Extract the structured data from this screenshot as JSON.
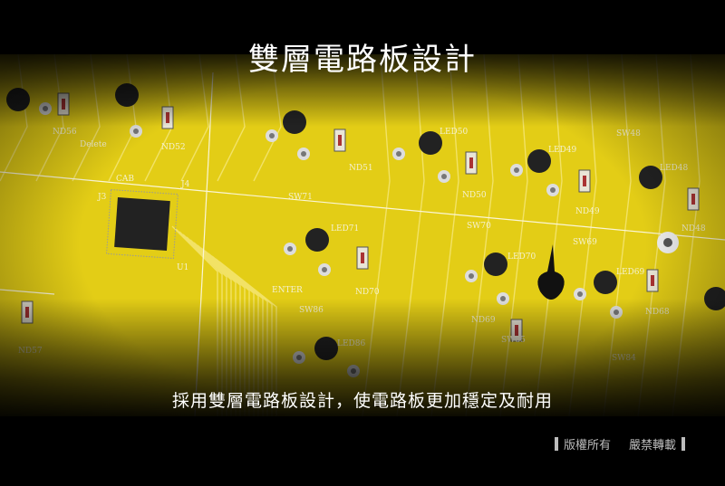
{
  "title": "雙層電路板設計",
  "subtitle": "採用雙層電路板設計，使電路板更加穩定及耐用",
  "copyright": {
    "left": "版權所有",
    "right": "嚴禁轉載"
  },
  "silkscreen": [
    "ND56",
    "Delete",
    "ND52",
    "CAB",
    "J3",
    "J4",
    "U1",
    "ND51",
    "SW71",
    "LED71",
    "ND70",
    "ENTER",
    "SW86",
    "LED86",
    "LED50",
    "ND50",
    "SW70",
    "LED70",
    "ND69",
    "SW85",
    "LED49",
    "ND49",
    "SW69",
    "LED69",
    "ND68",
    "SW48",
    "LED48",
    "ND48",
    "SW84",
    "ND57"
  ],
  "colors": {
    "board": "#e8d21c",
    "trace": "#f3e46a",
    "background": "#000000"
  }
}
